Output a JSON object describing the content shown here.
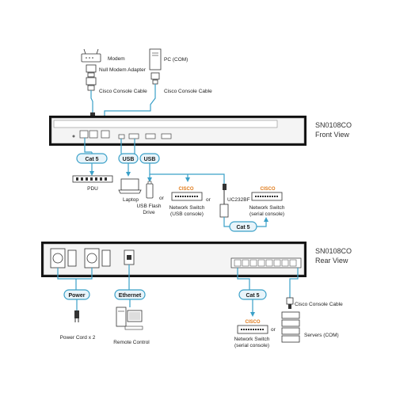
{
  "colors": {
    "cable": "#3aa0c8",
    "device": "#111111",
    "cisco": "#e07b1b"
  },
  "front": {
    "model": "SN0108CO",
    "view": "Front View",
    "top_labels": {
      "modem": "Modem",
      "null_modem": "Null Modem Adapter",
      "console_left": "Cisco Console Cable",
      "pc": "PC (COM)",
      "console_right": "Cisco Console Cable"
    },
    "pills": {
      "cat5": "Cat 5",
      "usb1": "USB",
      "usb2": "USB",
      "cat5b": "Cat 5"
    },
    "labels": {
      "pdu": "PDU",
      "laptop": "Laptop",
      "or1": "or",
      "flash": "USB Flash",
      "flash2": "Drive",
      "netsw_usb": "Network Switch",
      "netsw_usb2": "(USB console)",
      "or2": "or",
      "uc232bf": "UC232BF",
      "netsw_serial": "Network Switch",
      "netsw_serial2": "(serial console)",
      "cisco1": "CISCO",
      "cisco2": "CISCO"
    }
  },
  "rear": {
    "model": "SN0108CO",
    "view": "Rear View",
    "pills": {
      "power": "Power",
      "ethernet": "Ethernet",
      "cat5": "Cat 5"
    },
    "labels": {
      "powercord": "Power Cord x 2",
      "remote": "Remote Control",
      "console": "Cisco Console Cable",
      "netsw": "Network Switch",
      "netsw2": "(serial console)",
      "or": "or",
      "servers": "Servers (COM)",
      "cisco": "CISCO"
    }
  }
}
